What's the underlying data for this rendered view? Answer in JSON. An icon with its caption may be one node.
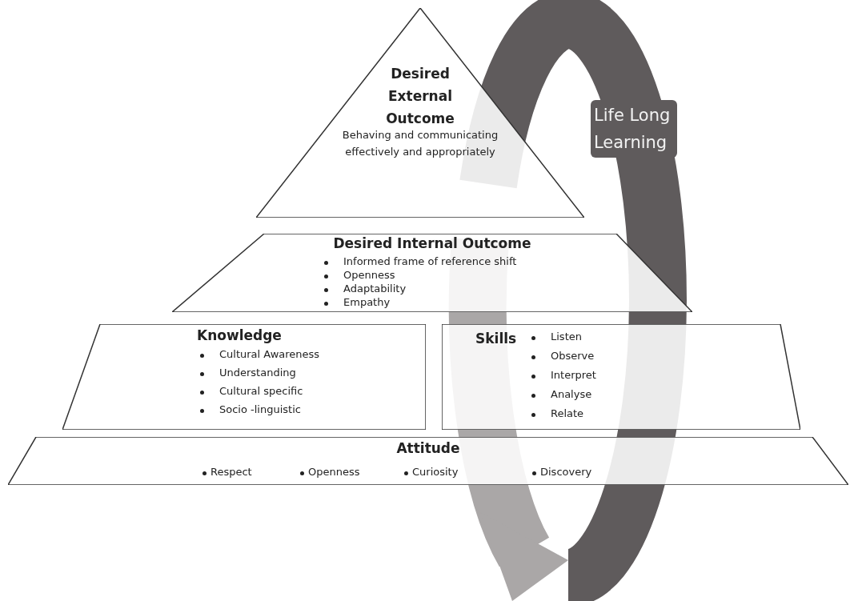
{
  "diagram": {
    "nodes": [
      {
        "text": [
          "Desired External Outcome",
          "Behaving and communicating effectively and appropriately"
        ]
      },
      {
        "text": [
          "Desired Internal Outcome",
          "Informed frame of reference shift",
          "Openness",
          "Adaptability",
          "Empathy"
        ]
      },
      {
        "text": [
          "Knowledge",
          "Cultural Awareness",
          "Understanding",
          "Cultural specific",
          "Socio -linguistic"
        ]
      },
      {
        "text": [
          "Skills",
          "Listen",
          "Observe",
          "Interpret",
          "Analyse",
          "Relate"
        ]
      },
      {
        "text": [
          "Attitude",
          "Respect",
          "Openness",
          "Curiosity",
          "Discovery"
        ]
      },
      {
        "text": [
          "Life Long Learning"
        ]
      }
    ],
    "edges": []
  }
}
